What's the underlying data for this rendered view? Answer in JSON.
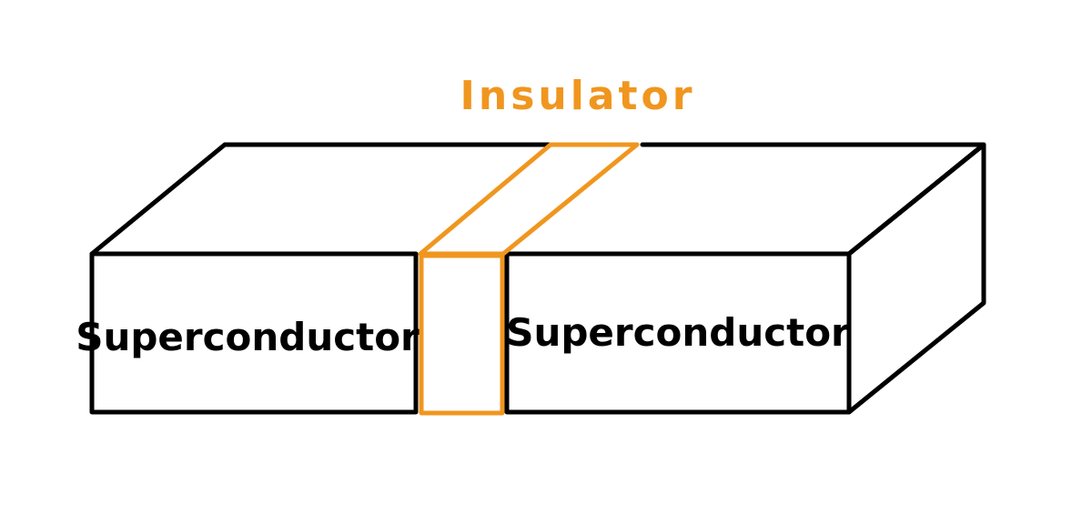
{
  "diagram": {
    "insulator_label": "Insulator",
    "left_block_label": "Superconductor",
    "right_block_label": "Superconductor"
  },
  "colors": {
    "outline": "#000000",
    "insulator": "#f0961e",
    "background": "#ffffff"
  }
}
